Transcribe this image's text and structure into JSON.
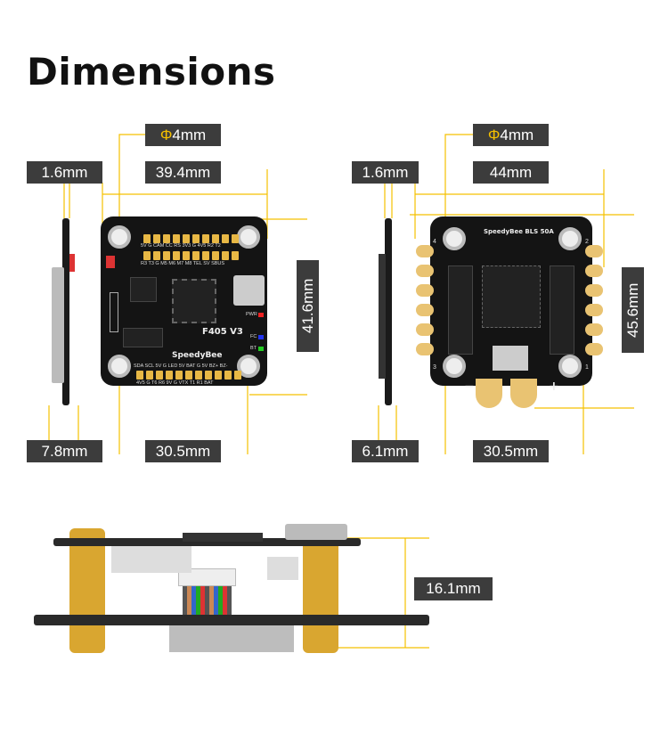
{
  "title": "Dimensions",
  "fc": {
    "hole_label": "4mm",
    "hole_symbol": "Φ",
    "thickness": "1.6mm",
    "width": "39.4mm",
    "height": "41.6mm",
    "side_depth": "7.8mm",
    "mount_spacing": "30.5mm",
    "board_model": "F405 V3",
    "board_brand": "SpeedyBee",
    "pads_top_row1": "5V G CAM CC RS 3V3 G 4V5 R2 T2",
    "pads_top_row2": "R3 T3 G M5 M6 M7 M8 TEL SV SBUS",
    "pads_bottom_row1": "SDA SCL 5V G LED 5V BAT G 5V BZ+ BZ-",
    "pads_bottom_row2": "4V5 G T6 R6 9V G VTX T1 R1 BAT",
    "led_labels": [
      "PWR",
      "FC",
      "BT"
    ]
  },
  "esc": {
    "hole_label": "4mm",
    "hole_symbol": "Φ",
    "thickness": "1.6mm",
    "width": "44mm",
    "height": "45.6mm",
    "side_depth": "6.1mm",
    "mount_spacing": "30.5mm",
    "board_label": "SpeedyBee BLS 50A",
    "minus": "−",
    "plus": "+",
    "hole_numbers": [
      "4",
      "2",
      "3",
      "1"
    ]
  },
  "stack": {
    "height": "16.1mm"
  },
  "colors": {
    "accent": "#f5c000",
    "label_bg": "#3c3c3c",
    "pcb": "#141414",
    "gold": "#e8b845"
  }
}
